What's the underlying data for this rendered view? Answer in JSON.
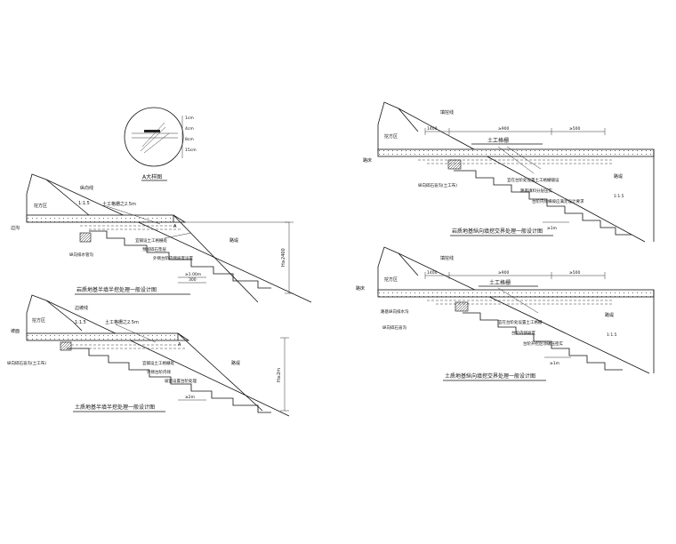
{
  "detail": {
    "caption": "A大样图",
    "labels": [
      "1cm",
      "4cm",
      "8cm",
      "15cm"
    ]
  },
  "d1": {
    "title": "岩质地基半填半挖处理一般设计图",
    "region_left": "挖方区",
    "sideslope": "纵向线",
    "geogrid": "土工格栅之2.5m",
    "left_edge": "边沟",
    "ditch": "纵向排水管沟",
    "a_mark": "A",
    "dim_top": "1:1.5",
    "dim_bottom": "300",
    "dim_vert": "≥1.00m",
    "roadbed": "路堤",
    "notes": [
      "宜铺设土工格栅处",
      "预留碎石垫层",
      "外侧台阶内侧坡度设置"
    ],
    "vertical": "H≥2400"
  },
  "d2": {
    "title": "土质地基半填半挖处理一般设计图",
    "region_left": "挖方区",
    "sideslope": "边坡线",
    "geogrid": "土工格栅之2.5m",
    "left_edge": "坡面",
    "ditch": "纵向碎石盲沟(土工布)",
    "a_mark": "A",
    "dim_top": "1:1.5",
    "dim_bottom": "≥2m",
    "roadbed": "路堤",
    "notes": [
      "宜铺设土工格栅处",
      "外侧台阶内倾",
      "坡面设置台阶处理"
    ],
    "vertical": "H≥2m"
  },
  "d3": {
    "title": "岩质地基纵向填挖交界处理一般设计图",
    "region_left": "挖方区",
    "sideslope": "填挖线",
    "geogrid": "土工格栅",
    "left_edge": "路床",
    "ditch": "纵向碎石盲沟(土工布)",
    "dim_left": "1400",
    "dim_mid": "≥900",
    "dim_right": "≥500",
    "roadbed": "路堤",
    "dim_slope": "1:1.5",
    "dim_step": "≥1m",
    "notes": [
      "宜在台阶处设置土工格栅铺设",
      "路基填料分层压实",
      "台阶内倾横坡应满足设计要求"
    ]
  },
  "d4": {
    "title": "土质地基纵向填挖交界处理一般设计图",
    "region_left": "挖方区",
    "sideslope": "填挖线",
    "geogrid": "土工格栅",
    "left_edge": "路床",
    "ditch": "纵向碎石盲沟",
    "ditch2": "路基纵向排水沟",
    "dim_left": "1400",
    "dim_mid": "≥900",
    "dim_right": "≥500",
    "roadbed": "路堤",
    "dim_slope": "1:1.5",
    "dim_step": "≥1m",
    "notes": [
      "宜在台阶处设置土工格栅",
      "台阶内倾坡度",
      "台阶开挖后须碾压密实"
    ]
  }
}
